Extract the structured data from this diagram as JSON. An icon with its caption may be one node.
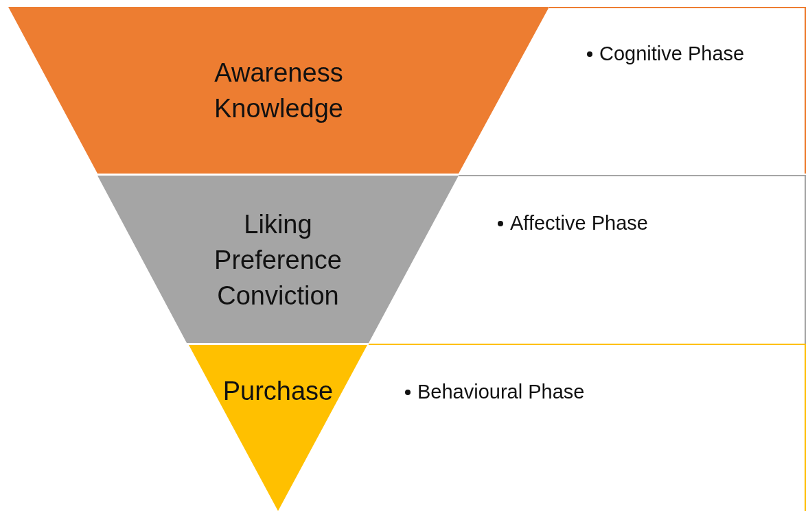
{
  "diagram": {
    "nodes": [
      {
        "text": [
          "Awareness Knowledge"
        ]
      },
      {
        "text": [
          "Cognitive Phase"
        ]
      },
      {
        "text": [
          "Liking Preference Conviction"
        ]
      },
      {
        "text": [
          "Affective Phase"
        ]
      },
      {
        "text": [
          "Purchase"
        ]
      },
      {
        "text": [
          "Behavioural Phase"
        ]
      }
    ]
  }
}
